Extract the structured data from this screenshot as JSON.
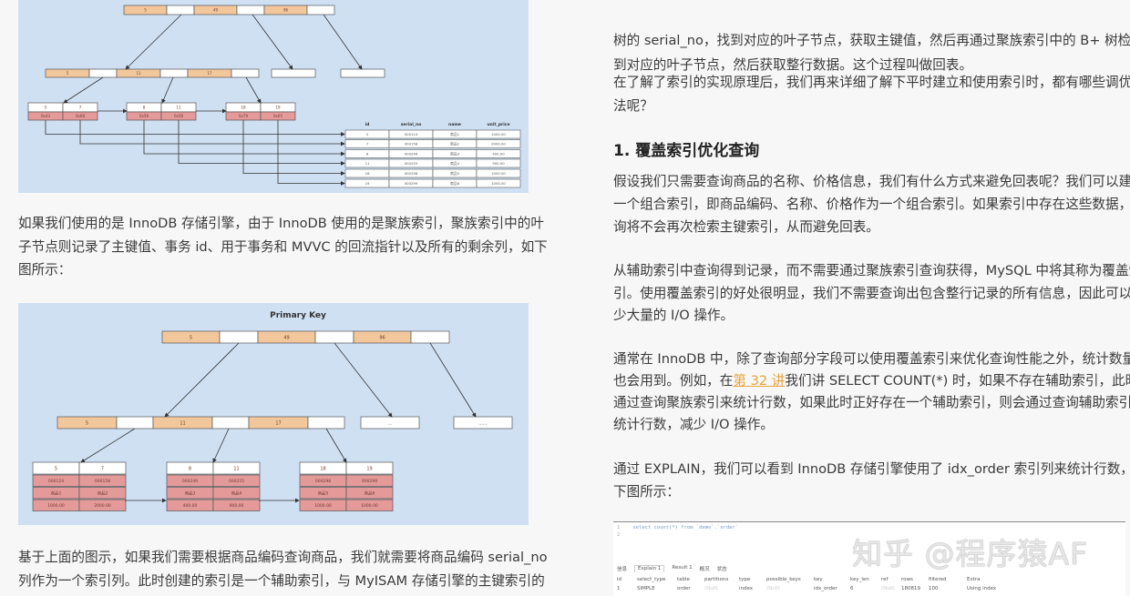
{
  "colors": {
    "diagram_bg": "#cfe0f3",
    "key_cell": "#f2c79c",
    "leaf_data": "#e59a9a",
    "link": "#e8a33d"
  },
  "diagram_secondary": {
    "root_keys": [
      "5",
      "49",
      "96"
    ],
    "mid_keys": [
      "5",
      "11",
      "17"
    ],
    "leaves": [
      {
        "keys": [
          "5",
          "7"
        ],
        "ptrs": [
          "0x43",
          "0x68"
        ]
      },
      {
        "keys": [
          "8",
          "11"
        ],
        "ptrs": [
          "0x56",
          "0x58"
        ]
      },
      {
        "keys": [
          "18",
          "19"
        ],
        "ptrs": [
          "0x79",
          "0x65"
        ]
      }
    ],
    "table": {
      "columns": [
        "id",
        "serial_no",
        "name",
        "unit_price"
      ],
      "rows": [
        [
          "5",
          "000124",
          "商品1",
          "1000.00"
        ],
        [
          "7",
          "000158",
          "商品2",
          "2000.00"
        ],
        [
          "8",
          "000246",
          "商品3",
          "400.00"
        ],
        [
          "11",
          "000255",
          "商品4",
          "900.00"
        ],
        [
          "18",
          "000298",
          "商品5",
          "1000.00"
        ],
        [
          "19",
          "000299",
          "商品6",
          "1000.00"
        ]
      ]
    }
  },
  "diagram_primary": {
    "title": "Primary Key",
    "root_keys": [
      "5",
      "49",
      "96"
    ],
    "mid_keys": [
      "5",
      "11",
      "17"
    ],
    "empty_labels": [
      "...",
      "......"
    ],
    "leaves": [
      {
        "keys": [
          "5",
          "7"
        ],
        "rows": [
          [
            "000124",
            "000158"
          ],
          [
            "商品1",
            "商品2"
          ],
          [
            "1000.00",
            "2000.00"
          ]
        ]
      },
      {
        "keys": [
          "8",
          "11"
        ],
        "rows": [
          [
            "000246",
            "000255"
          ],
          [
            "商品3",
            "商品4"
          ],
          [
            "400.00",
            "900.00"
          ]
        ]
      },
      {
        "keys": [
          "18",
          "19"
        ],
        "rows": [
          [
            "000298",
            "000299"
          ],
          [
            "商品5",
            "商品6"
          ],
          [
            "1000.00",
            "1000.00"
          ]
        ]
      }
    ]
  },
  "left": {
    "p1": [
      "如果我们使用的是 InnoDB 存储引擎，由于 InnoDB 使用的是聚族索引，聚族索引中的叶",
      "子节点则记录了主键值、事务 id、用于事务和 MVVC 的回流指针以及所有的剩余列，如下",
      "图所示："
    ],
    "p2": [
      "基于上面的图示，如果我们需要根据商品编码查询商品，我们就需要将商品编码 serial_no",
      "列作为一个索引列。此时创建的索引是一个辅助索引，与 MyISAM 存储引擎的主键索引的"
    ]
  },
  "right": {
    "p0": [
      "树的 serial_no，找到对应的叶子节点，获取主键值，然后再通过聚族索引中的 B+ 树检索",
      "到对应的叶子节点，然后获取整行数据。这个过程叫做回表。"
    ],
    "p1": [
      "在了解了索引的实现原理后，我们再来详细了解下平时建立和使用索引时，都有哪些调优方",
      "法呢？"
    ],
    "heading": "1. 覆盖索引优化查询",
    "p2": [
      "假设我们只需要查询商品的名称、价格信息，我们有什么方式来避免回表呢？我们可以建立",
      "一个组合索引，即商品编码、名称、价格作为一个组合索引。如果索引中存在这些数据，查",
      "询将不会再次检索主键索引，从而避免回表。"
    ],
    "p3": [
      "从辅助索引中查询得到记录，而不需要通过聚族索引查询获得，MySQL 中将其称为覆盖索",
      "引。使用覆盖索引的好处很明显，我们不需要查询出包含整行记录的所有信息，因此可以减",
      "少大量的 I/O 操作。"
    ],
    "p4": {
      "line1": "通常在 InnoDB 中，除了查询部分字段可以使用覆盖索引来优化查询性能之外，统计数量",
      "line2_pre": "也会用到。例如，在",
      "link": "第 32 讲",
      "line2_post": "我们讲 SELECT COUNT(*) 时，如果不存在辅助索引，此时会",
      "line3": "通过查询聚族索引来统计行数，如果此时正好存在一个辅助索引，则会通过查询辅助索引来",
      "line4": "统计行数，减少 I/O 操作。"
    },
    "p5": [
      "通过 EXPLAIN，我们可以看到 InnoDB 存储引擎使用了 idx_order 索引列来统计行数，如",
      "下图所示："
    ]
  },
  "explain": {
    "code": [
      {
        "no": "1",
        "text": "select count(*) from `demo`.`order`"
      },
      {
        "no": "2",
        "text": ""
      }
    ],
    "tabs": [
      "信息",
      "Explain 1",
      "Result 1",
      "概况",
      "状态"
    ],
    "active_tab": "Explain 1",
    "columns": [
      "id",
      "select_type",
      "table",
      "partitions",
      "type",
      "possible_keys",
      "key",
      "key_len",
      "ref",
      "rows",
      "filtered",
      "Extra"
    ],
    "row": [
      "1",
      "SIMPLE",
      "order",
      "(Null)",
      "index",
      "(Null)",
      "idx_order",
      "6",
      "(Null)",
      "180819",
      "100",
      "Using index"
    ]
  },
  "watermark": "知乎 @程序猿AF"
}
